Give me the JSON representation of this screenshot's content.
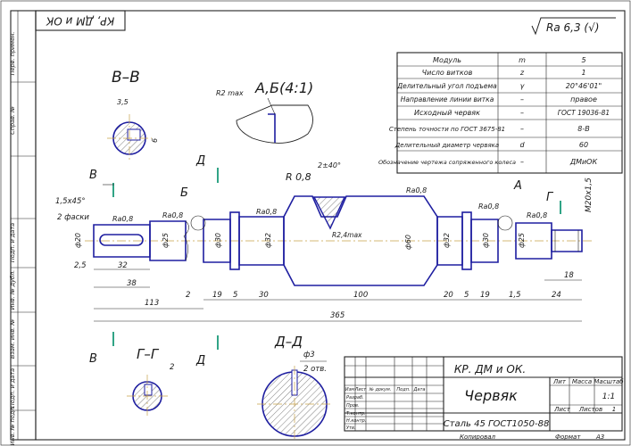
{
  "header": {
    "rotated_title": "КР, ДМ и ОК",
    "roughness": "Ra 6,3 (√)"
  },
  "params_table": {
    "rows": [
      {
        "name": "Модуль",
        "symbol": "m",
        "value": "5"
      },
      {
        "name": "Число витков",
        "symbol": "z",
        "value": "1"
      },
      {
        "name": "Делительный угол подъема",
        "symbol": "γ",
        "value": "20°46'01\""
      },
      {
        "name": "Направление линии витка",
        "symbol": "–",
        "value": "правое"
      },
      {
        "name": "Исходный червяк",
        "symbol": "–",
        "value": "ГОСТ 19036-81"
      },
      {
        "name": "Степень точности по ГОСТ 3675-81",
        "symbol": "–",
        "value": "8-В"
      },
      {
        "name": "Делительный диаметр червяка",
        "symbol": "d",
        "value": "60"
      },
      {
        "name": "Обозначение чертежа сопряженного колеса",
        "symbol": "–",
        "value": "ДМиОК"
      }
    ]
  },
  "views": {
    "section_bb": {
      "title": "В–В",
      "dim_width": "3,5",
      "dim_depth": "6"
    },
    "detail_ab": {
      "title": "А,Б(4:1)",
      "note": "R2 max"
    },
    "section_gg": {
      "title": "Г–Г",
      "dim": "2"
    },
    "section_dd": {
      "title": "Д–Д",
      "dim_diam": "ф3",
      "note": "2 отв."
    }
  },
  "cut_marks": {
    "B_left": "В",
    "D_top": "Д",
    "B_upper": "Б",
    "A_upper": "А",
    "G_right": "Г",
    "B_bottom": "В",
    "D_bottom": "Д"
  },
  "shaft": {
    "chamfer": "1,5x45°",
    "chamfer_note": "2 фаски",
    "roughness": "Ra0,8",
    "tooth_radius": "R 0,8",
    "tooth_radius2": "R2,4max",
    "tooth_angle": "2±40°",
    "thread": "M20x1,5",
    "diameters": [
      "ф20",
      "ф25",
      "ф30",
      "ф32",
      "ф60",
      "ф32",
      "ф30",
      "ф25"
    ],
    "dims": [
      "2,5",
      "32",
      "38",
      "113",
      "2",
      "19",
      "5",
      "30",
      "100",
      "20",
      "5",
      "19",
      "1,5",
      "24",
      "18",
      "365"
    ]
  },
  "title_block": {
    "doc_code": "КР. ДМ и ОК.",
    "name": "Червяк",
    "material": "Сталь 45 ГОСТ1050-88",
    "scale": "1:1",
    "col_lit": "Лит",
    "col_mass": "Масса",
    "col_scale": "Масштаб",
    "sheet_label": "Лист",
    "sheets_label": "Листов",
    "sheets_count": "1",
    "row_labels": [
      "Изм",
      "Лист",
      "№ докум.",
      "Подп.",
      "Дата"
    ],
    "roles": [
      "Разраб.",
      "Пров.",
      "Т.контр.",
      "Н.контр.",
      "Утв."
    ],
    "copied": "Копировал",
    "format": "Формат",
    "format_value": "А3"
  },
  "side_strip": [
    "Перв. примен.",
    "Справ. №",
    "Подп. и дата",
    "Инв. № дубл.",
    "Взам. инв. №",
    "Подп. и дата",
    "Инв. № подл."
  ]
}
